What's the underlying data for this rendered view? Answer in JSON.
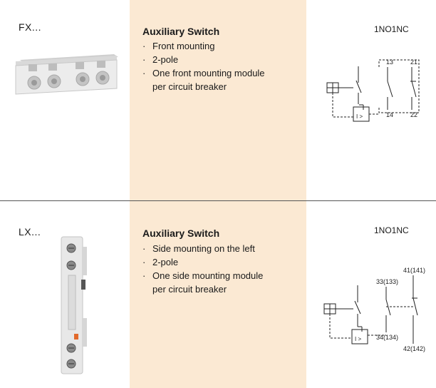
{
  "products": [
    {
      "code": "FX...",
      "title": "Auxiliary Switch",
      "features": [
        "Front mounting",
        "2-pole",
        "One front mounting module",
        "per circuit breaker"
      ],
      "bullets": [
        true,
        true,
        true,
        false
      ],
      "config": "1NO1NC",
      "terminals": {
        "no_top": "13",
        "nc_top": "21",
        "no_bottom": "14",
        "nc_bottom": "22"
      }
    },
    {
      "code": "LX...",
      "title": "Auxiliary Switch",
      "features": [
        "Side mounting on the left",
        "2-pole",
        "One side mounting module",
        "per circuit breaker"
      ],
      "bullets": [
        true,
        true,
        true,
        false
      ],
      "config": "1NO1NC",
      "terminals": {
        "nc_top": "41(141)",
        "no_top": "33(133)",
        "no_bottom": "34(134)",
        "nc_bottom": "42(142)"
      }
    }
  ],
  "bullet_char": "·",
  "colors": {
    "beige": "#fbe9d3",
    "divider": "#555555",
    "device_body": "#e6e6e6"
  }
}
